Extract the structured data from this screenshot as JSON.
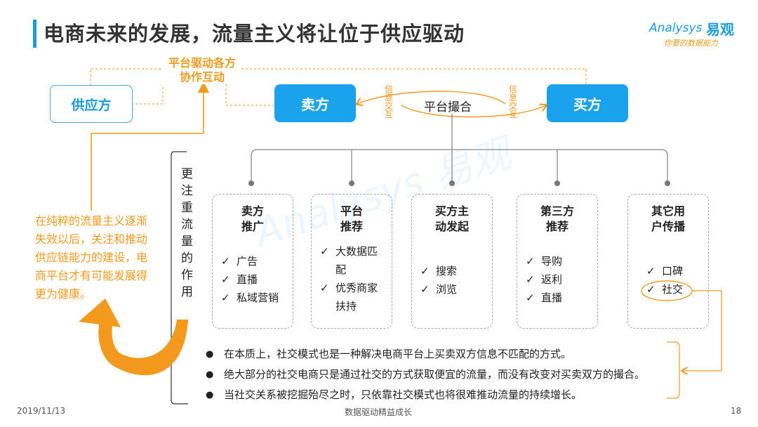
{
  "header": {
    "title": "电商未来的发展，流量主义将让位于供应驱动",
    "logo_en": "Analysys",
    "logo_cn": "易观",
    "logo_tagline": "你要的数据能力",
    "accent_color": "#1a9be0",
    "highlight_color": "#f39a1e"
  },
  "diagram": {
    "supplier_label": "供应方",
    "seller_label": "卖方",
    "buyer_label": "买方",
    "platform_label_line1": "平台驱动各方",
    "platform_label_line2": "协作互动",
    "match_label": "平台撮合",
    "info_exchange_chars": [
      "信",
      "息",
      "交",
      "互"
    ],
    "left_note": "在纯粹的流量主义逐渐失效以后，关注和推动供应链能力的建设，电商平台才有可能发展得更为健康。",
    "side_label_chars": [
      "更",
      "注",
      "重",
      "流",
      "量",
      "的",
      "作",
      "用"
    ],
    "cards": [
      {
        "title_line1": "卖方",
        "title_line2": "推广",
        "items": [
          "广告",
          "直播",
          "私域营销"
        ]
      },
      {
        "title_line1": "平台",
        "title_line2": "推荐",
        "items": [
          "大数据匹配",
          "优秀商家扶持"
        ]
      },
      {
        "title_line1": "买方主",
        "title_line2": "动发起",
        "items": [
          "搜索",
          "浏览"
        ]
      },
      {
        "title_line1": "第三方",
        "title_line2": "推荐",
        "items": [
          "导购",
          "返利",
          "直播"
        ]
      },
      {
        "title_line1": "其它用",
        "title_line2": "户传播",
        "items": [
          "口碑",
          "社交"
        ]
      }
    ],
    "check_mark": "✓",
    "bullets": [
      "在本质上，社交模式也是一种解决电商平台上买卖双方信息不匹配的方式。",
      "绝大部分的社交电商只是通过社交的方式获取便宜的流量，而没有改变对买卖双方的撮合。",
      "当社交关系被挖掘殆尽之时，只依靠社交模式也将很难推动流量的持续增长。"
    ]
  },
  "footer": {
    "date": "2019/11/13",
    "tagline": "数据驱动精益成长",
    "page_number": "18"
  }
}
